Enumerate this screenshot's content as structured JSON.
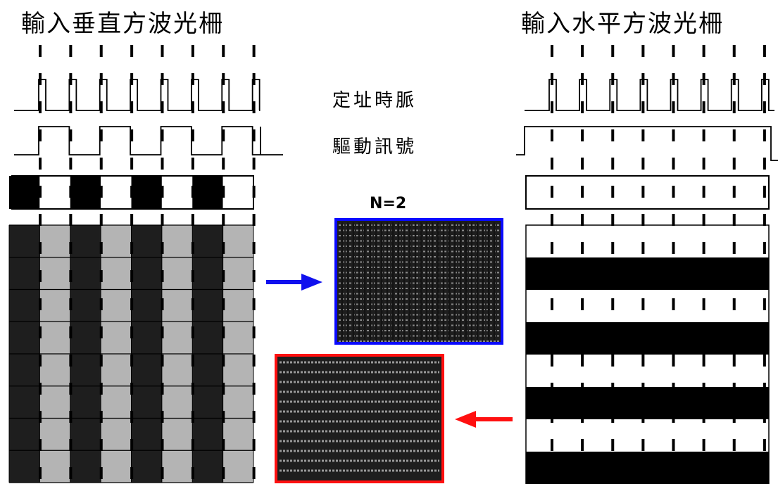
{
  "left_title": "輸入垂直方波光柵",
  "right_title": "輸入水平方波光柵",
  "clock_label": "定址時脈",
  "drive_label": "驅動訊號",
  "n_label": "N=2",
  "colors": {
    "black": "#000000",
    "dark_block": "#1e1e1e",
    "gray_block": "#b4b4b4",
    "blue_frame": "#0a0aff",
    "red_frame": "#ff1010",
    "blue_arrow": "#1010ee",
    "red_arrow": "#ff1010",
    "dark_gray_frame": "#1e1e1e",
    "dark_gray_line": "#2c2c2c"
  },
  "left_grating": {
    "columns": [
      "dark",
      "gray",
      "dark",
      "gray",
      "dark",
      "gray",
      "dark",
      "gray"
    ],
    "rows": 8,
    "bar_pattern": [
      "black",
      "white",
      "black",
      "white",
      "black",
      "white",
      "black",
      "white"
    ]
  },
  "right_grating": {
    "stripes": [
      "white",
      "black",
      "white",
      "black",
      "white",
      "black",
      "white",
      "black"
    ]
  },
  "arrows": [
    {
      "name": "blue-arrow",
      "direction": "right",
      "color": "blue"
    },
    {
      "name": "red-arrow",
      "direction": "left",
      "color": "red"
    }
  ]
}
